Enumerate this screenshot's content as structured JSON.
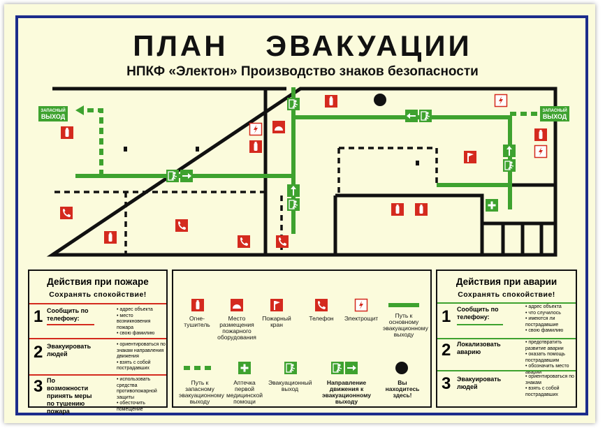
{
  "title": "ПЛАН ЭВАКУАЦИИ",
  "subtitle": "НПКФ «Электон»  Производство знаков безопасности",
  "exit_sign": "ЗАПАСНЫЙ ВЫХОД",
  "exit_sign_line1": "ЗАПАСНЫЙ",
  "exit_sign_line2": "ВЫХОД",
  "colors": {
    "wall": "#111111",
    "route": "#3ea22f",
    "sign_red": "#d42a1e",
    "frame": "#1c2c8c",
    "bg": "#fbfbdc"
  },
  "icons": [
    "fire-extinguisher-icon",
    "fire-hose-icon",
    "fire-tap-icon",
    "phone-icon",
    "electric-panel-icon",
    "first-aid-icon",
    "evacuation-exit-icon",
    "direction-arrow-icon",
    "you-are-here-icon"
  ],
  "fire_panel": {
    "heading": "Действия при пожаре",
    "sub": "Сохранять спокойствие!",
    "rows": [
      {
        "num": "1",
        "text": "Сообщить по телефону:",
        "bullets": [
          "адрес объекта",
          "место возникновения пожара",
          "свою фамилию"
        ]
      },
      {
        "num": "2",
        "text": "Эвакуировать людей",
        "bullets": [
          "ориентироваться по знакам направления движения",
          "взять с собой пострадавших"
        ]
      },
      {
        "num": "3",
        "text": "По возможности принять меры по тушению пожара",
        "bullets": [
          "использовать средства противопожарной защиты",
          "обесточить помещение"
        ]
      }
    ]
  },
  "accident_panel": {
    "heading": "Действия при аварии",
    "sub": "Сохранять спокойствие!",
    "rows": [
      {
        "num": "1",
        "text": "Сообщить по телефону:",
        "bullets": [
          "адрес объекта",
          "что случилось",
          "имеются ли пострадавшие",
          "свою фамилию"
        ]
      },
      {
        "num": "2",
        "text": "Локализовать аварию",
        "bullets": [
          "предотвратить развитие аварии",
          "оказать помощь пострадавшим",
          "обозначить место аварии"
        ]
      },
      {
        "num": "3",
        "text": "Эвакуировать людей",
        "bullets": [
          "ориентироваться по знакам",
          "взять с собой пострадавших"
        ]
      }
    ]
  },
  "legend": {
    "extinguisher": "Огне-тушитель",
    "hose": "Место размещения пожарного оборудования",
    "tap": "Пожарный кран",
    "phone": "Телефон",
    "panel": "Электрощит",
    "main_route": "Путь к основному эвакуационному выходу",
    "spare_route": "Путь к запасному эвакуационному выходу",
    "first_aid": "Аптечка первой медицинской помощи",
    "exit": "Эвакуационный выход",
    "direction": "Направление движения к эвакуационному выходу",
    "you_here": "Вы находитесь здесь!"
  }
}
